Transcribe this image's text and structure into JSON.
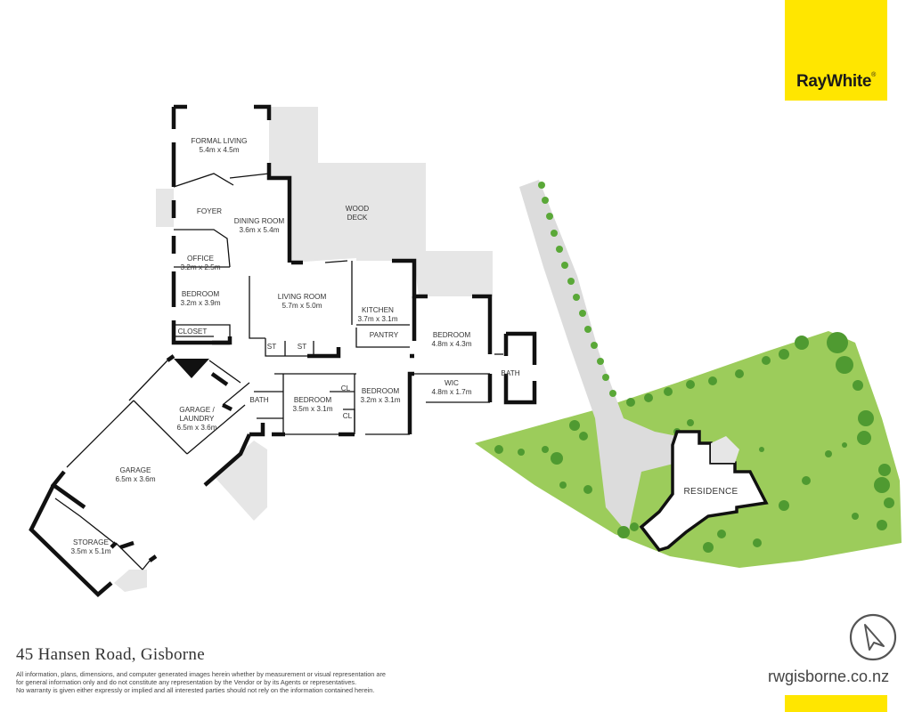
{
  "brand": {
    "name": "RayWhite",
    "color": "#ffe600"
  },
  "property": {
    "address": "45 Hansen Road, Gisborne"
  },
  "disclaimer": {
    "lines": [
      "All information, plans, dimensions, and computer generated images herein whether by measurement or visual representation are",
      "for general information only and do not constitute any representation by the Vendor or by its Agents or representatives.",
      "No warranty is given either expressly or implied and all interested parties should not rely on the information contained herein."
    ]
  },
  "website": "rwgisborne.co.nz",
  "rooms": {
    "formal_living": {
      "name": "FORMAL LIVING",
      "size": "5.4m x 4.5m"
    },
    "foyer": {
      "name": "FOYER"
    },
    "dining_room": {
      "name": "DINING ROOM",
      "size": "3.6m x 5.4m"
    },
    "wood_deck": {
      "name_line1": "WOOD",
      "name_line2": "DECK"
    },
    "office": {
      "name": "OFFICE",
      "size": "3.2m x 2.5m"
    },
    "bedroom_west": {
      "name": "BEDROOM",
      "size": "3.2m x 3.9m"
    },
    "closet": {
      "name": "CLOSET"
    },
    "living_room": {
      "name": "LIVING ROOM",
      "size": "5.7m x 5.0m"
    },
    "kitchen": {
      "name": "KITCHEN",
      "size": "3.7m x 3.1m"
    },
    "pantry": {
      "name": "PANTRY"
    },
    "bedroom_master": {
      "name": "BEDROOM",
      "size": "4.8m x 4.3m"
    },
    "wic": {
      "name": "WIC",
      "size": "4.8m x 1.7m"
    },
    "bath_east": {
      "name": "BATH"
    },
    "st1": {
      "name": "ST"
    },
    "st2": {
      "name": "ST"
    },
    "bath_mid": {
      "name": "BATH"
    },
    "bedroom_mid1": {
      "name": "BEDROOM",
      "size": "3.5m x 3.1m"
    },
    "bedroom_mid2": {
      "name": "BEDROOM",
      "size": "3.2m x 3.1m"
    },
    "cl1": {
      "name": "CL"
    },
    "cl2": {
      "name": "CL"
    },
    "garage_laundry": {
      "name": "GARAGE /",
      "name2": "LAUNDRY",
      "size": "6.5m x 3.6m"
    },
    "garage": {
      "name": "GARAGE",
      "size": "6.5m x 3.6m"
    },
    "storage": {
      "name": "STORAGE",
      "size": "3.5m x 5.1m"
    },
    "residence": {
      "name": "RESIDENCE"
    }
  },
  "colors": {
    "wall": "#111111",
    "deck": "#e6e6e6",
    "lawn": "#9ccc5b",
    "driveway": "#dcdcdc",
    "tree": "#5aa838"
  }
}
